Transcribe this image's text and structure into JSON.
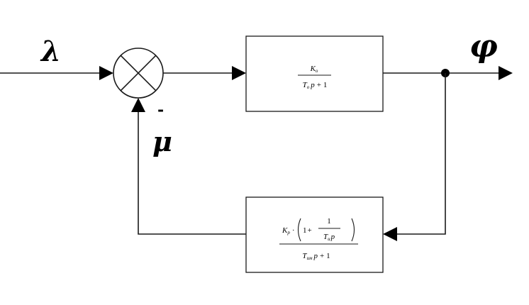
{
  "signals": {
    "input": "λ",
    "output": "φ",
    "feedback": "μ",
    "sign": "-"
  },
  "blocks": {
    "plant": {
      "numerator": {
        "base": "K",
        "sub": "o"
      },
      "denominator": {
        "base": "T",
        "sub": "o",
        "var": "p",
        "plus": "+",
        "const": "1"
      }
    },
    "controller": {
      "gain": {
        "base": "K",
        "sub": "p"
      },
      "dot": "·",
      "one": "1",
      "plus": "+",
      "inner_num": "1",
      "inner_den": {
        "base": "T",
        "sub": "u",
        "var": "p"
      },
      "denominator": {
        "base": "T",
        "sub": "uм",
        "var": "p",
        "plus": "+",
        "const": "1"
      }
    }
  }
}
